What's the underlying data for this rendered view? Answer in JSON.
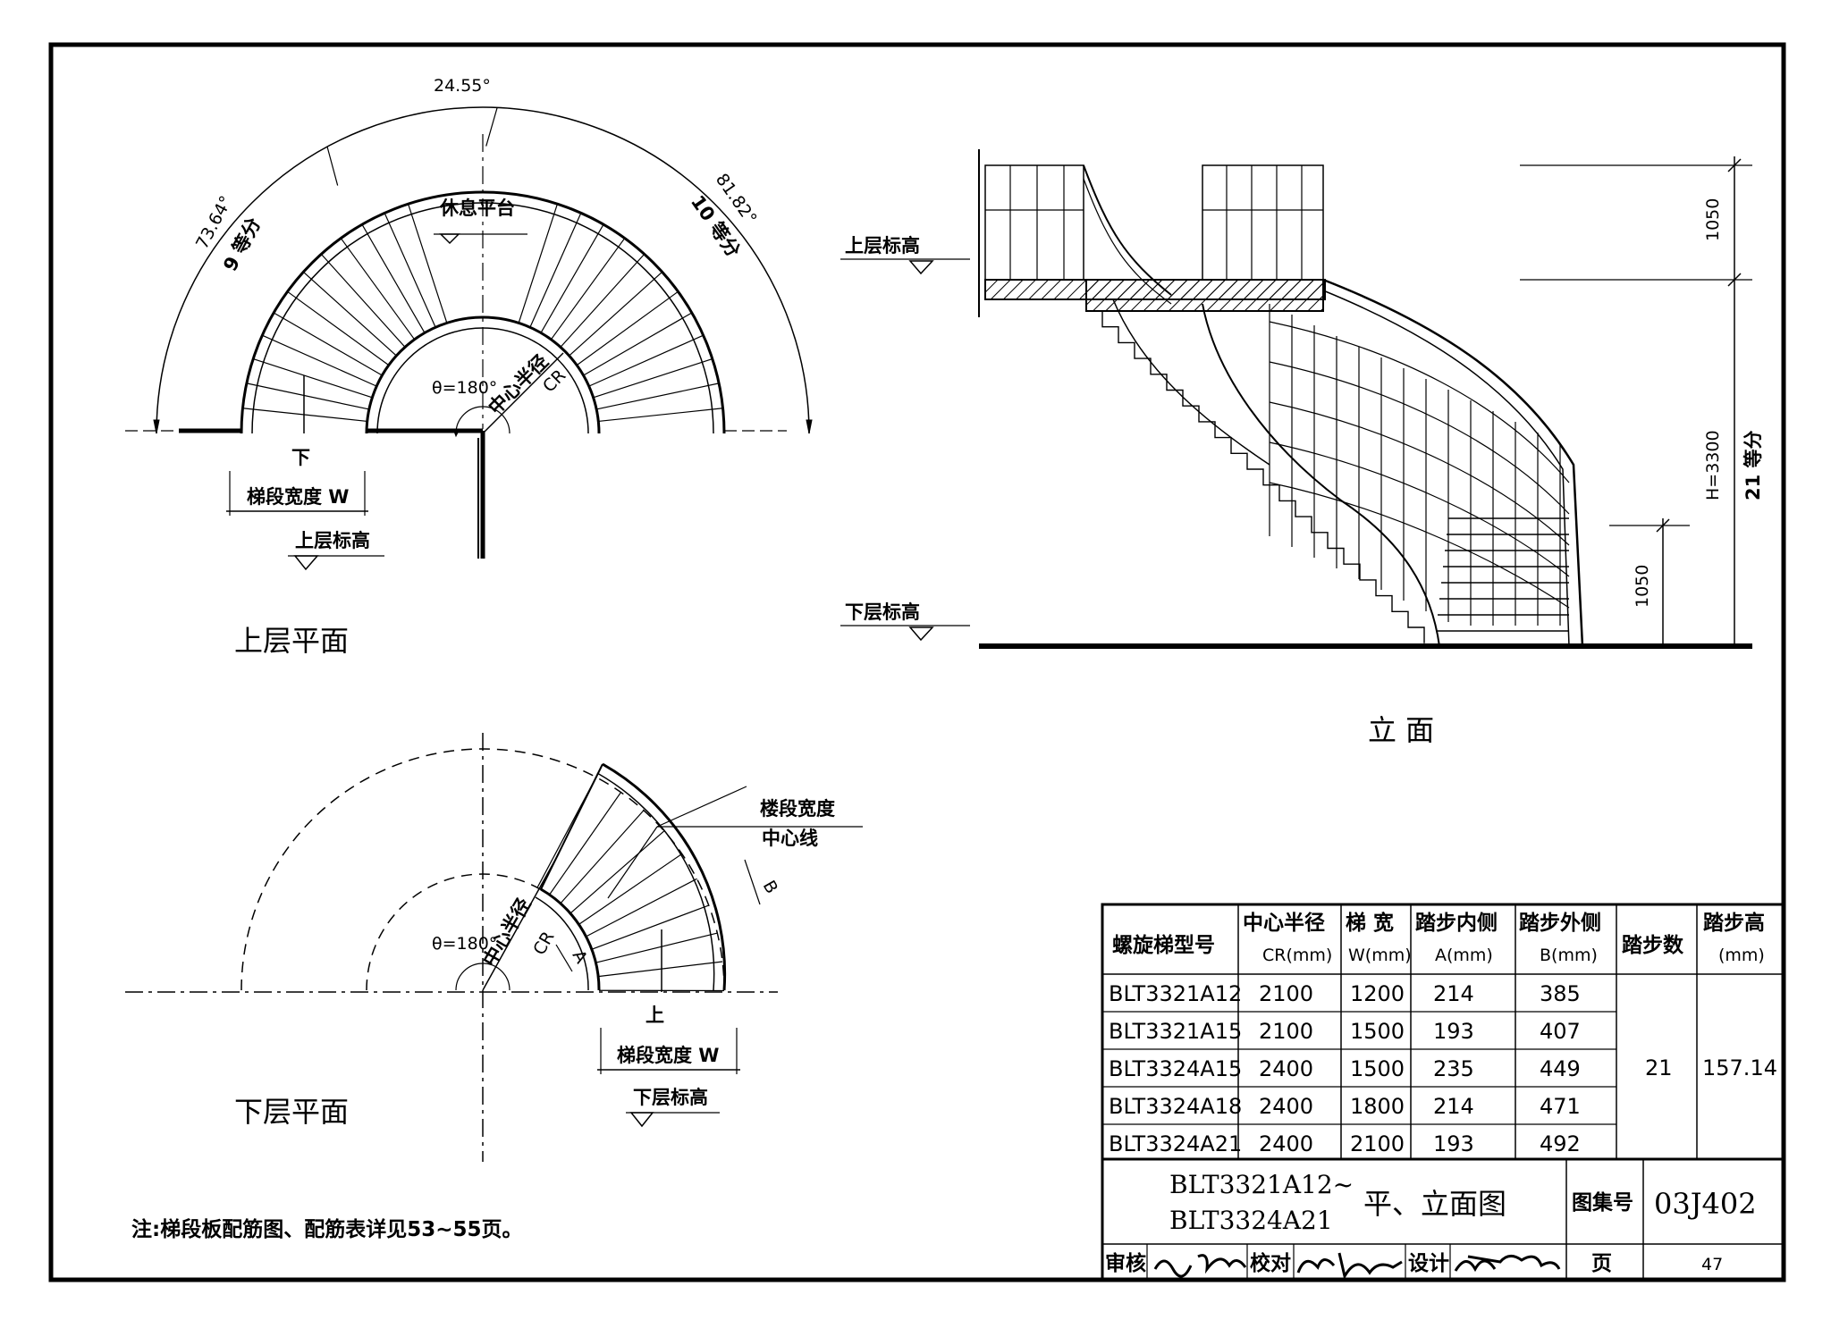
{
  "upper_plan": {
    "title": "上层平面",
    "angle_mid": "24.55°",
    "angle_left": "73.64°",
    "div_left": "9 等分",
    "angle_right": "81.82°",
    "div_right": "10 等分",
    "landing": "休息平台",
    "theta": "θ=180°",
    "center_radius": "中心半径",
    "cr": "CR",
    "down": "下",
    "width_label": "梯段宽度 W",
    "level_label": "上层标高"
  },
  "lower_plan": {
    "title": "下层平面",
    "width_center_1": "楼段宽度",
    "width_center_2": "中心线",
    "b": "B",
    "a": "A",
    "theta": "θ=180°",
    "center_radius": "中心半径",
    "cr": "CR",
    "up": "上",
    "width_label": "梯段宽度 W",
    "level_label": "下层标高"
  },
  "elevation": {
    "title": "立   面",
    "upper_level": "上层标高",
    "lower_level": "下层标高",
    "dim_top": "1050",
    "dim_bottom": "1050",
    "dim_height": "H=3300",
    "dim_div": "21 等分"
  },
  "table": {
    "headers": [
      "螺旋梯型号",
      "中心半径",
      "梯  宽",
      "踏步内侧",
      "踏步外侧",
      "踏步数",
      "踏步高"
    ],
    "subheaders": [
      "",
      "CR(mm)",
      "W(mm)",
      "A(mm)",
      "B(mm)",
      "",
      "(mm)"
    ],
    "rows": [
      [
        "BLT3321A12",
        "2100",
        "1200",
        "214",
        "385"
      ],
      [
        "BLT3321A15",
        "2100",
        "1500",
        "193",
        "407"
      ],
      [
        "BLT3324A15",
        "2400",
        "1500",
        "235",
        "449"
      ],
      [
        "BLT3324A18",
        "2400",
        "1800",
        "214",
        "471"
      ],
      [
        "BLT3324A21",
        "2400",
        "2100",
        "193",
        "492"
      ]
    ],
    "steps": "21",
    "step_height": "157.14"
  },
  "titleblock": {
    "model_1": "BLT3321A12~",
    "model_2": "BLT3324A21",
    "drawing_name": "平、立面图",
    "atlas_label": "图集号",
    "atlas_no": "03J402",
    "review_label": "审核",
    "check_label": "校对",
    "design_label": "设计",
    "page_label": "页",
    "page_no": "47"
  },
  "note": "注:梯段板配筋图、配筋表详见53~55页。"
}
